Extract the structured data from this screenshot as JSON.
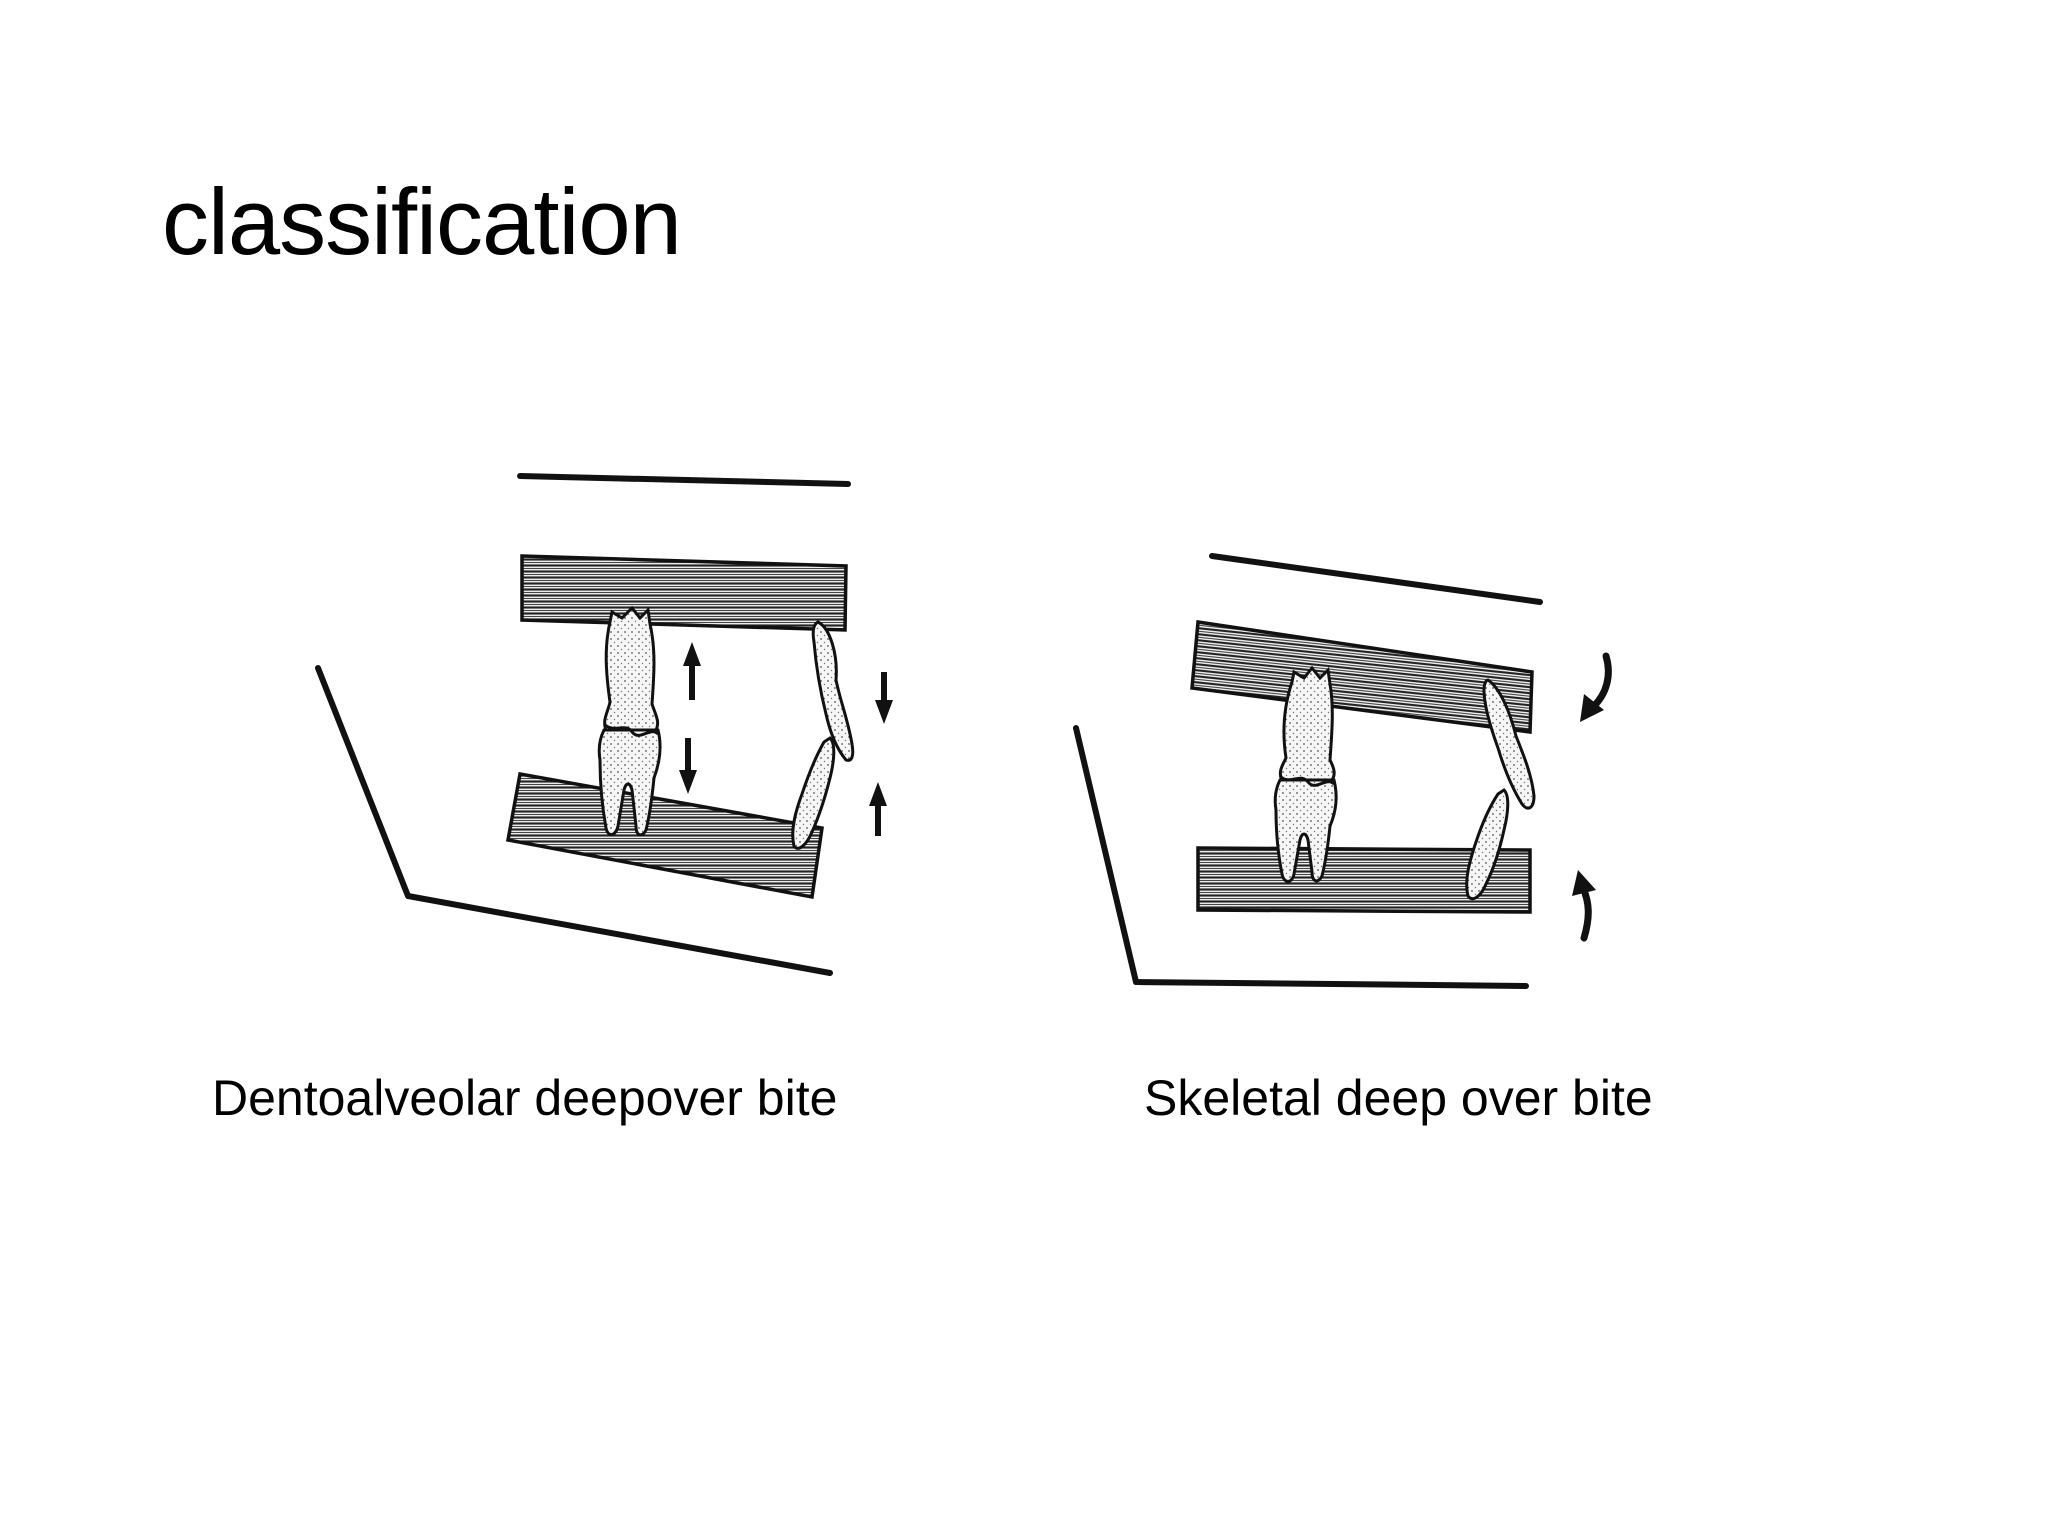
{
  "slide": {
    "title": "classification"
  },
  "figures": [
    {
      "caption": "Dentoalveolar deepover bite",
      "arrows": [
        "up",
        "down",
        "down",
        "up"
      ]
    },
    {
      "caption": "Skeletal deep over bite",
      "arrows": [
        "rotate-down",
        "rotate-up"
      ]
    }
  ],
  "colors": {
    "ink": "#111111",
    "tooth_fill": "#f6f6f6",
    "background": "#ffffff"
  }
}
